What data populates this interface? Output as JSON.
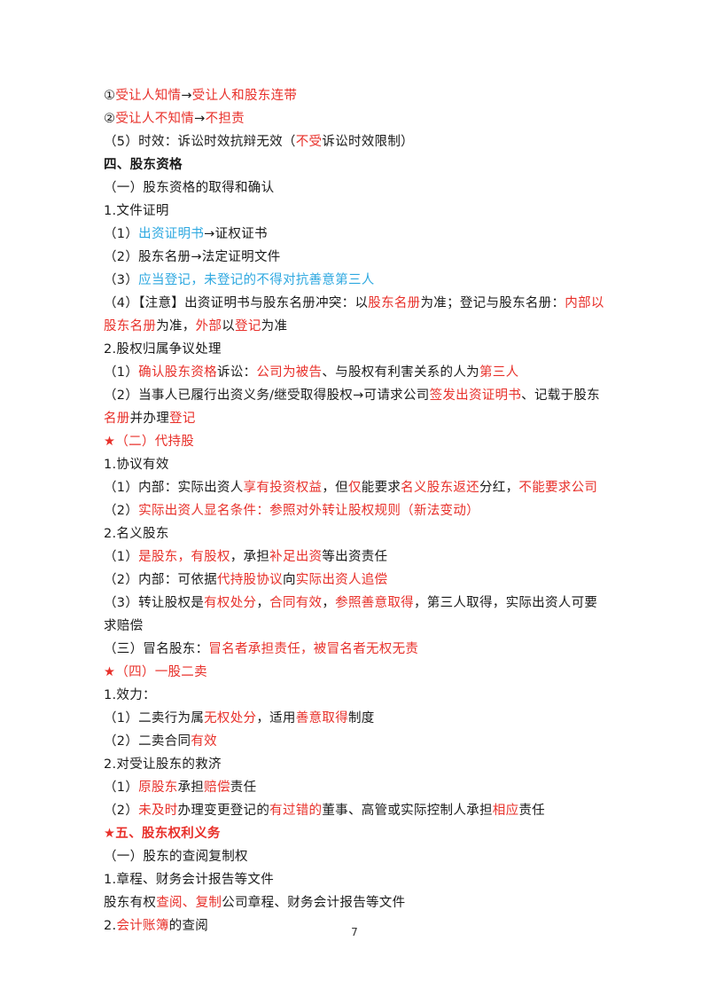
{
  "lines": [
    {
      "style": "",
      "segments": [
        {
          "t": "①",
          "c": ""
        },
        {
          "t": "受让人知情",
          "c": "red"
        },
        {
          "t": "→",
          "c": ""
        },
        {
          "t": "受让人和股东连带",
          "c": "red"
        }
      ]
    },
    {
      "style": "",
      "segments": [
        {
          "t": "②",
          "c": ""
        },
        {
          "t": "受让人不知情",
          "c": "red"
        },
        {
          "t": "→",
          "c": ""
        },
        {
          "t": "不担责",
          "c": "red"
        }
      ]
    },
    {
      "style": "",
      "segments": [
        {
          "t": "（5）时效：诉讼时效抗辩无效（",
          "c": ""
        },
        {
          "t": "不受",
          "c": "red"
        },
        {
          "t": "诉讼时效限制）",
          "c": ""
        }
      ]
    },
    {
      "style": "bold",
      "segments": [
        {
          "t": "四、股东资格",
          "c": ""
        }
      ]
    },
    {
      "style": "",
      "segments": [
        {
          "t": "（一）股东资格的取得和确认",
          "c": ""
        }
      ]
    },
    {
      "style": "",
      "segments": [
        {
          "t": "1.文件证明",
          "c": ""
        }
      ]
    },
    {
      "style": "",
      "segments": [
        {
          "t": "（1）",
          "c": ""
        },
        {
          "t": "出资证明书",
          "c": "blue"
        },
        {
          "t": "→证权证书",
          "c": ""
        }
      ]
    },
    {
      "style": "",
      "segments": [
        {
          "t": "（2）股东名册→法定证明文件",
          "c": ""
        }
      ]
    },
    {
      "style": "",
      "segments": [
        {
          "t": "（3）",
          "c": ""
        },
        {
          "t": "应当登记，未登记的不得对抗善意第三人",
          "c": "blue"
        }
      ]
    },
    {
      "style": "wrap",
      "segments": [
        {
          "t": "（4）【注意】出资证明书与股东名册冲突：以",
          "c": ""
        },
        {
          "t": "股东名册",
          "c": "red"
        },
        {
          "t": "为准；登记与股东名册：",
          "c": ""
        },
        {
          "t": "内部以股东名册",
          "c": "red"
        },
        {
          "t": "为准，",
          "c": ""
        },
        {
          "t": "外部",
          "c": "red"
        },
        {
          "t": "以",
          "c": ""
        },
        {
          "t": "登记",
          "c": "red"
        },
        {
          "t": "为准",
          "c": ""
        }
      ]
    },
    {
      "style": "",
      "segments": [
        {
          "t": "2.股权归属争议处理",
          "c": ""
        }
      ]
    },
    {
      "style": "",
      "segments": [
        {
          "t": "（1）",
          "c": ""
        },
        {
          "t": "确认股东资格",
          "c": "red"
        },
        {
          "t": "诉讼：",
          "c": ""
        },
        {
          "t": "公司为被告",
          "c": "red"
        },
        {
          "t": "、与股权有利害关系的人为",
          "c": ""
        },
        {
          "t": "第三人",
          "c": "red"
        }
      ]
    },
    {
      "style": "wrap",
      "segments": [
        {
          "t": "（2）当事人已履行出资义务/继受取得股权→可请求公司",
          "c": ""
        },
        {
          "t": "签发出资证明书",
          "c": "red"
        },
        {
          "t": "、记载于股东",
          "c": ""
        },
        {
          "t": "名册",
          "c": "red"
        },
        {
          "t": "并办理",
          "c": ""
        },
        {
          "t": "登记",
          "c": "red"
        }
      ]
    },
    {
      "style": "",
      "segments": [
        {
          "t": "★（二）代持股",
          "c": "red"
        }
      ]
    },
    {
      "style": "",
      "segments": [
        {
          "t": "1.协议有效",
          "c": ""
        }
      ]
    },
    {
      "style": "",
      "segments": [
        {
          "t": "（1）内部：实际出资人",
          "c": ""
        },
        {
          "t": "享有投资权益",
          "c": "red"
        },
        {
          "t": "，但",
          "c": ""
        },
        {
          "t": "仅",
          "c": "red"
        },
        {
          "t": "能要求",
          "c": ""
        },
        {
          "t": "名义股东返还",
          "c": "red"
        },
        {
          "t": "分红，",
          "c": ""
        },
        {
          "t": "不能要求公司",
          "c": "red"
        }
      ]
    },
    {
      "style": "",
      "segments": [
        {
          "t": "（2）",
          "c": ""
        },
        {
          "t": "实际出资人显名条件：参照对外转让股权规则（新法变动）",
          "c": "red"
        }
      ]
    },
    {
      "style": "",
      "segments": [
        {
          "t": "2.名义股东",
          "c": ""
        }
      ]
    },
    {
      "style": "",
      "segments": [
        {
          "t": "（1）",
          "c": ""
        },
        {
          "t": "是股东，有股权",
          "c": "red"
        },
        {
          "t": "，承担",
          "c": ""
        },
        {
          "t": "补足出资",
          "c": "red"
        },
        {
          "t": "等出资责任",
          "c": ""
        }
      ]
    },
    {
      "style": "",
      "segments": [
        {
          "t": "（2）内部：可依据",
          "c": ""
        },
        {
          "t": "代持股协议",
          "c": "red"
        },
        {
          "t": "向",
          "c": ""
        },
        {
          "t": "实际出资人追偿",
          "c": "red"
        }
      ]
    },
    {
      "style": "wrap",
      "segments": [
        {
          "t": "（3）转让股权是",
          "c": ""
        },
        {
          "t": "有权处分",
          "c": "red"
        },
        {
          "t": "，",
          "c": ""
        },
        {
          "t": "合同有效",
          "c": "red"
        },
        {
          "t": "，",
          "c": ""
        },
        {
          "t": "参照善意取得",
          "c": "red"
        },
        {
          "t": "，第三人取得，实际出资人可要求赔偿",
          "c": ""
        }
      ]
    },
    {
      "style": "",
      "segments": [
        {
          "t": "（三）冒名股东：",
          "c": ""
        },
        {
          "t": "冒名者承担责任，被冒名者无权无责",
          "c": "red"
        }
      ]
    },
    {
      "style": "",
      "segments": [
        {
          "t": "★（四）一股二卖",
          "c": "red"
        }
      ]
    },
    {
      "style": "",
      "segments": [
        {
          "t": "1.效力：",
          "c": ""
        }
      ]
    },
    {
      "style": "",
      "segments": [
        {
          "t": "（1）二卖行为属",
          "c": ""
        },
        {
          "t": "无权处分",
          "c": "red"
        },
        {
          "t": "，适用",
          "c": ""
        },
        {
          "t": "善意取得",
          "c": "red"
        },
        {
          "t": "制度",
          "c": ""
        }
      ]
    },
    {
      "style": "",
      "segments": [
        {
          "t": "（2）二卖合同",
          "c": ""
        },
        {
          "t": "有效",
          "c": "red"
        }
      ]
    },
    {
      "style": "",
      "segments": [
        {
          "t": "2.对受让股东的救济",
          "c": ""
        }
      ]
    },
    {
      "style": "",
      "segments": [
        {
          "t": "（1）",
          "c": ""
        },
        {
          "t": "原股东",
          "c": "red"
        },
        {
          "t": "承担",
          "c": ""
        },
        {
          "t": "赔偿",
          "c": "red"
        },
        {
          "t": "责任",
          "c": ""
        }
      ]
    },
    {
      "style": "",
      "segments": [
        {
          "t": "（2）",
          "c": ""
        },
        {
          "t": "未及时",
          "c": "red"
        },
        {
          "t": "办理变更登记的",
          "c": ""
        },
        {
          "t": "有过错的",
          "c": "red"
        },
        {
          "t": "董事、高管或实际控制人承担",
          "c": ""
        },
        {
          "t": "相应",
          "c": "red"
        },
        {
          "t": "责任",
          "c": ""
        }
      ]
    },
    {
      "style": "bold",
      "segments": [
        {
          "t": "★五、股东权利义务",
          "c": "red"
        }
      ]
    },
    {
      "style": "",
      "segments": [
        {
          "t": "（一）股东的查阅复制权",
          "c": ""
        }
      ]
    },
    {
      "style": "",
      "segments": [
        {
          "t": "1.章程、财务会计报告等文件",
          "c": ""
        }
      ]
    },
    {
      "style": "",
      "segments": [
        {
          "t": "股东有权",
          "c": ""
        },
        {
          "t": "查阅、复制",
          "c": "red"
        },
        {
          "t": "公司章程、财务会计报告等文件",
          "c": ""
        }
      ]
    },
    {
      "style": "",
      "segments": [
        {
          "t": "2.",
          "c": ""
        },
        {
          "t": "会计账簿",
          "c": "red"
        },
        {
          "t": "的查阅",
          "c": ""
        }
      ]
    }
  ],
  "page_number": "7",
  "colors": {
    "red": "#e8302a",
    "blue": "#2ea8e0",
    "text": "#1a1a1a"
  }
}
